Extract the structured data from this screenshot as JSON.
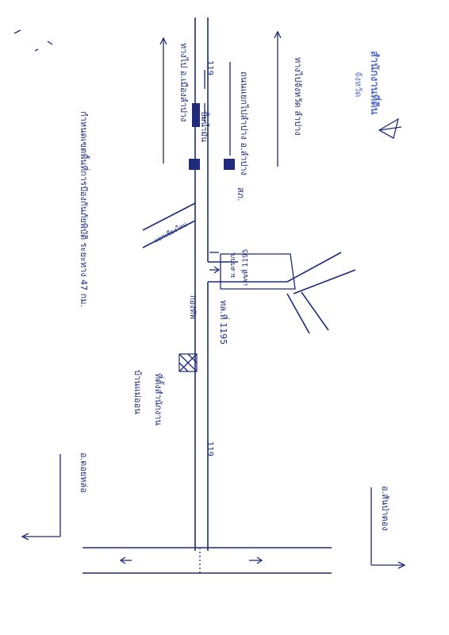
{
  "map": {
    "road_number_top": "119",
    "road_number_bottom": "119",
    "labels": {
      "top_left_distance": "ทางไปจังหวัด ลำปาง",
      "to_lampang_left": "ทางไป อ.เมืองลำปาง",
      "to_branch": "ถนนแยกไปลำปาง อ.ลำปาง",
      "police_station": "สภ.",
      "road_number_1195": "ทล.ที่ 1195",
      "left_long_label": "กำหนดเขตพื้นที่การป้องกันภัยพิบัติ ระยะทาง 47 กม.",
      "center_gas": "ปั้มน้ำมัน",
      "kor_or": "กองทัพ",
      "branch_to_chiangmai": "แยกเชียงใหม่",
      "bottom_left_place": "อ.ดอยหล่อ",
      "bottom_right_place": "อ.สันป่าตอง",
      "bottom_mid_1": "ที่ตั้งสำนักงาน",
      "bottom_mid_2": "บ้านแม่ออน",
      "right_box_1": "ม.ดรวก.",
      "right_box_2": "เลขที่ 1195"
    },
    "stamp": {
      "line1": "สำนักงานที่ดิน",
      "line2": "จังหวัด"
    }
  }
}
